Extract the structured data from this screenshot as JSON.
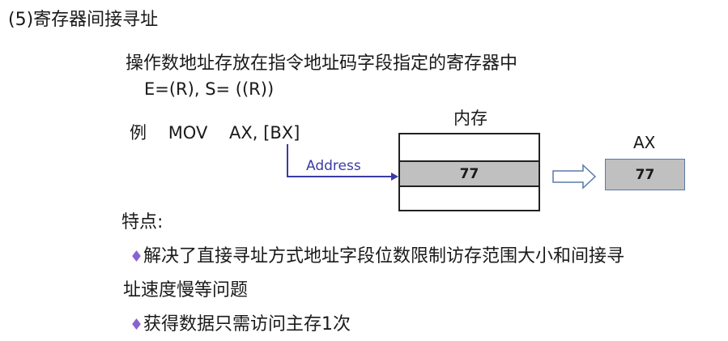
{
  "title": "(5)寄存器间接寻址",
  "description": "操作数地址存放在指令地址码字段指定的寄存器中",
  "formula": "E=(R),    S= ((R))",
  "example": {
    "label": "例",
    "mnemonic": "MOV",
    "operands": "AX, [BX]"
  },
  "memory": {
    "label": "内存",
    "value": "77",
    "arrow_label": "Address"
  },
  "register": {
    "label": "AX",
    "value": "77"
  },
  "features": {
    "heading": "特点:",
    "points": [
      {
        "bullet": "♦",
        "line1": "解决了直接寻址方式地址字段位数限制访存范围大小和间接寻",
        "line2": "址速度慢等问题"
      },
      {
        "bullet": "♦",
        "line1": "获得数据只需访问主存1次"
      }
    ]
  },
  "colors": {
    "arrow": "#3a3aa6",
    "bullet": "#8a63d2",
    "memory_fill": "#c0c0c0",
    "block_arrow": "#5a7aa8"
  }
}
